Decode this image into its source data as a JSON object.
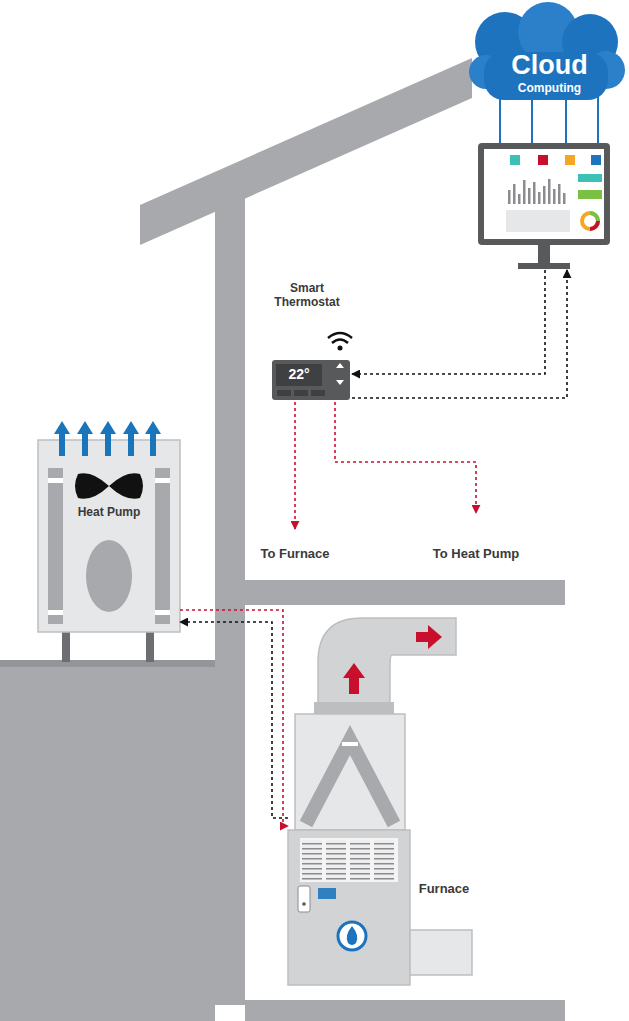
{
  "diagram": {
    "nodes": [
      {
        "text": [
          "Cloud",
          "Computing"
        ]
      },
      {
        "text": [
          "Smart Thermostat",
          "22°"
        ]
      },
      {
        "text": [
          "Heat Pump"
        ]
      },
      {
        "text": [
          "Furnace"
        ]
      }
    ],
    "edges": [
      {
        "from": 0,
        "to": 1,
        "arrow": "to"
      },
      {
        "from": 1,
        "to": 0,
        "arrow": "to"
      },
      {
        "from": 2,
        "to": 3,
        "arrow": "to"
      },
      {
        "from": 3,
        "to": 2,
        "arrow": "to"
      }
    ],
    "labels": [
      "To Furnace",
      "To Heat Pump"
    ]
  }
}
